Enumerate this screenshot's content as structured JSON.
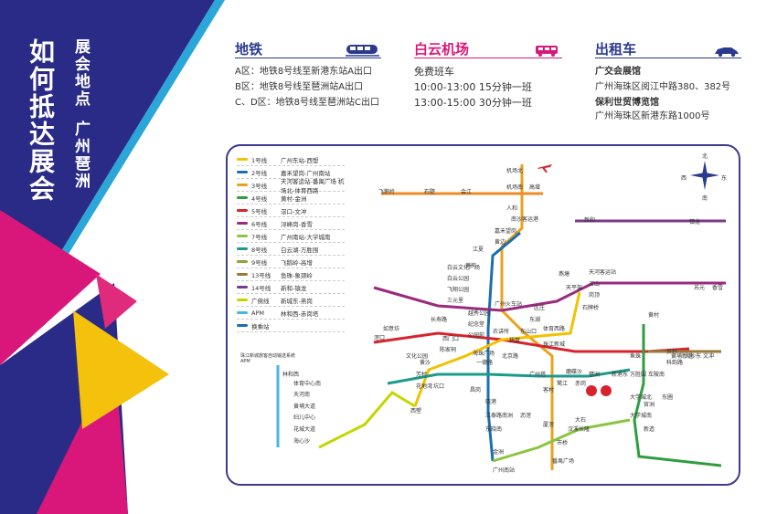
{
  "title": {
    "main": "如何抵达展会",
    "sub_location": "展会地点",
    "sub_place": "广州琶洲"
  },
  "sections": {
    "metro": {
      "title": "地铁",
      "color": "#2a3a8f",
      "icon": "train-icon",
      "lines": [
        "A区：地铁8号线至新港东站A出口",
        "B区：地铁8号线至琶洲站A出口",
        "C、D区：地铁8号线至琶洲站C出口"
      ]
    },
    "airport": {
      "title": "白云机场",
      "color": "#d9177b",
      "icon": "bus-icon",
      "lines": [
        "免费班车",
        "10:00-13:00 15分钟一班",
        "13:00-15:00 30分钟一班"
      ]
    },
    "taxi": {
      "title": "出租车",
      "color": "#2a3a8f",
      "icon": "taxi-icon",
      "venue1": "广交会展馆",
      "addr1": "广州海珠区阅江中路380、382号",
      "venue2": "保利世贸博览馆",
      "addr2": "广州海珠区新港东路1000号"
    }
  },
  "legend": [
    {
      "name": "1号线",
      "route": "广州东站-西塱",
      "color": "#f2c100"
    },
    {
      "name": "2号线",
      "route": "嘉禾望岗-广州南站",
      "color": "#1a6fb0"
    },
    {
      "name": "3号线",
      "route": "天河客运站-番禺广场 机场北-体育西路",
      "color": "#e8a21c"
    },
    {
      "name": "4号线",
      "route": "黄村-金洲",
      "color": "#2e9e3e"
    },
    {
      "name": "5号线",
      "route": "滘口-文冲",
      "color": "#d7232e"
    },
    {
      "name": "6号线",
      "route": "浔峰岗-香雪",
      "color": "#9a2a7e"
    },
    {
      "name": "7号线",
      "route": "广州南站-大学城南",
      "color": "#8cc43f"
    },
    {
      "name": "8号线",
      "route": "白云湖-万胜围",
      "color": "#1c9a8a"
    },
    {
      "name": "9号线",
      "route": "飞鹅岭-高增",
      "color": "#8aa33a"
    },
    {
      "name": "13号线",
      "route": "鱼珠-象颈岭",
      "color": "#9a7a3a"
    },
    {
      "name": "14号线",
      "route": "新和-镇龙",
      "color": "#7a3a8a"
    },
    {
      "name": "广佛线",
      "route": "新城东-燕岗",
      "color": "#c4d600"
    },
    {
      "name": "APM",
      "route": "林和西-赤岗塔",
      "color": "#4bb4e6"
    },
    {
      "name": "换乘站",
      "route": "",
      "color": "#1a6fb0"
    }
  ],
  "map": {
    "compass": {
      "north": "北",
      "south": "南",
      "east": "东",
      "west": "西"
    },
    "stations": [
      "机场北",
      "机场南",
      "高增",
      "人和",
      "嘉禾望岗",
      "黄边",
      "江夏",
      "萧岗",
      "白云文化广场",
      "白云公园",
      "飞翔公园",
      "三元里",
      "广州火车站",
      "越秀公园",
      "纪念堂",
      "公园前",
      "农讲所",
      "西门口",
      "陈家祠",
      "长寿路",
      "黄沙",
      "芳村",
      "花地湾",
      "坑口",
      "西塱",
      "体育西路",
      "珠江新城",
      "客村",
      "广州塔",
      "赤岗",
      "琶洲",
      "新港东",
      "万胜围",
      "磨碟沙",
      "鹭江",
      "昌岗",
      "晓港",
      "江泰路",
      "东晓南",
      "南洲",
      "广州南站",
      "天河客运站",
      "五山",
      "岗顶",
      "石牌桥",
      "燕塘",
      "天平架",
      "区庄",
      "东湖",
      "东山口",
      "杨箕",
      "海珠广场",
      "北京路",
      "一德路",
      "车陂南",
      "大学城北",
      "大学城南",
      "新造",
      "官洲",
      "黄埔新港",
      "鱼珠",
      "香雪",
      "苏元",
      "文冲",
      "大沙东",
      "员村",
      "科韵路",
      "东圃",
      "黄村",
      "番禺广场",
      "市桥",
      "汉溪长隆",
      "大石",
      "厦滘",
      "沥滘",
      "林和西",
      "体育中心南",
      "天河南",
      "黄埔大道",
      "妇儿中心",
      "花城大道",
      "海心沙",
      "滘口",
      "如意坊",
      "文化公园",
      "镇龙",
      "新和",
      "飞鹅岭",
      "石壁",
      "会江",
      "金洲",
      "南沙客运港"
    ],
    "legend_apm": "珠江新城旅客自动输送系统 APM",
    "airport_icon": "plane-icon"
  }
}
